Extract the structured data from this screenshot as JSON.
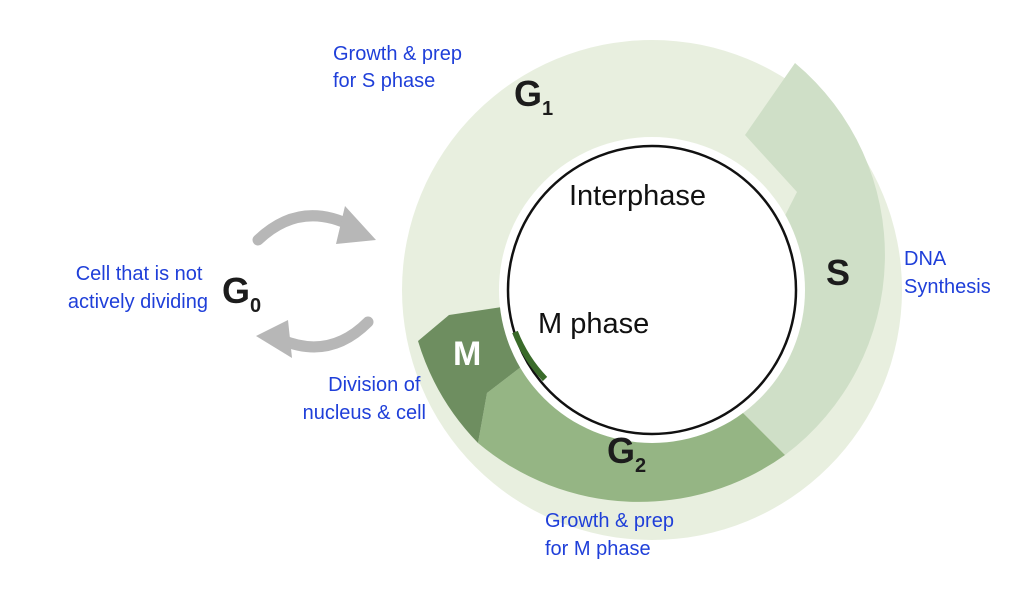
{
  "diagram": {
    "phases": {
      "g1": {
        "letter": "G",
        "sub": "1"
      },
      "s": {
        "letter": "S"
      },
      "g2": {
        "letter": "G",
        "sub": "2"
      },
      "m": {
        "letter": "M"
      },
      "g0": {
        "letter": "G",
        "sub": "0"
      }
    },
    "center": {
      "interphase": "Interphase",
      "m_phase": "M phase"
    },
    "descriptions": {
      "g1": [
        "Growth & prep",
        "for S phase"
      ],
      "s": [
        "DNA",
        "Synthesis"
      ],
      "g2": [
        "Growth & prep",
        "for M phase"
      ],
      "m": [
        "Division of",
        "nucleus & cell"
      ],
      "g0": [
        "Cell that is not",
        "actively dividing"
      ]
    },
    "colors": {
      "g1": "#e8efdf",
      "s": "#cfdfc7",
      "g2": "#95b584",
      "m": "#6e8e60",
      "arrow": "#b7b7b7",
      "text_blue": "#1f3fd9",
      "m_marker": "#3a6b2a"
    }
  }
}
